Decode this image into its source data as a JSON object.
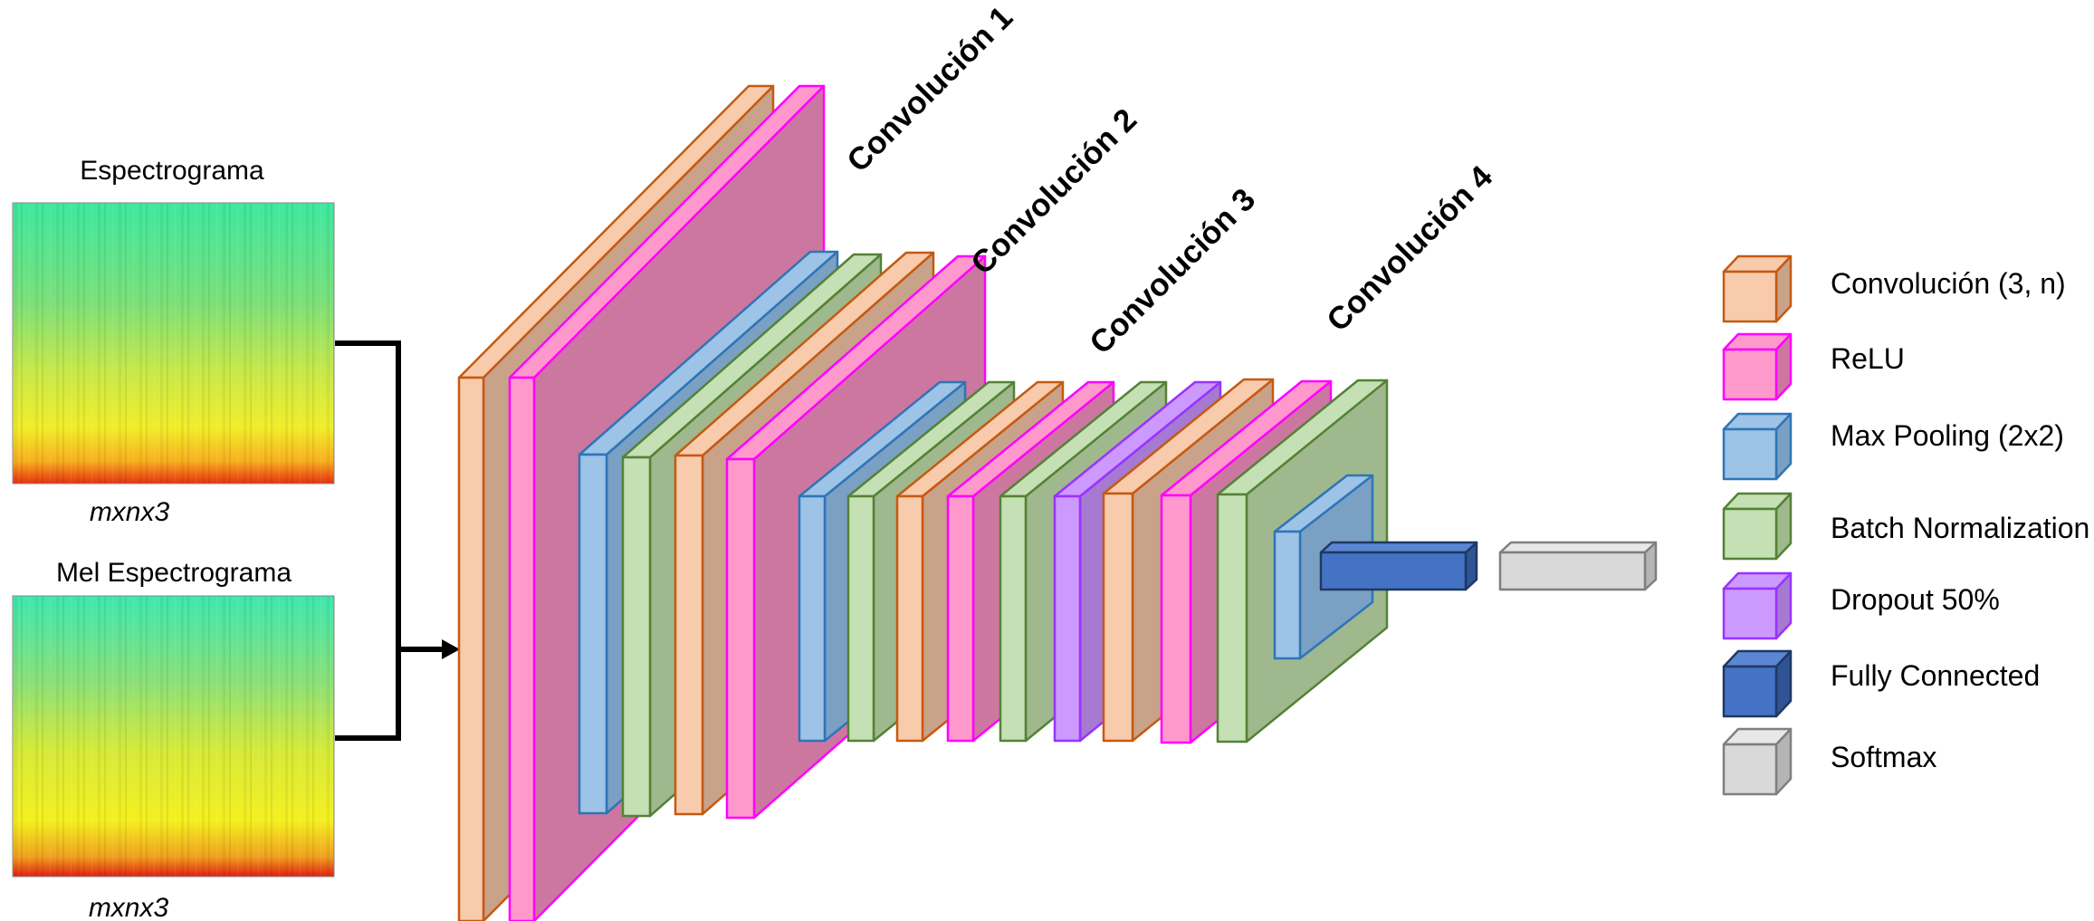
{
  "inputs": {
    "spectrogram": {
      "title": "Espectrograma",
      "dims": "mxnx3"
    },
    "mel_spectrogram": {
      "title": "Mel Espectrograma",
      "dims": "mxnx3"
    }
  },
  "conv_blocks": [
    {
      "label": "Convolución 1"
    },
    {
      "label": "Convolución 2"
    },
    {
      "label": "Convolución 3"
    },
    {
      "label": "Convolución 4"
    }
  ],
  "legend": [
    {
      "label": "Convolución (3, n)",
      "color": "#f8cbad",
      "edge": "#c55a11"
    },
    {
      "label": "ReLU",
      "color": "#ff99cc",
      "edge": "#ff00ff"
    },
    {
      "label": "Max Pooling (2x2)",
      "color": "#9dc3e6",
      "edge": "#2e75b6"
    },
    {
      "label": "Batch Normalization",
      "color": "#c5e0b4",
      "edge": "#548235"
    },
    {
      "label": "Dropout 50%",
      "color": "#cc99ff",
      "edge": "#9933ff"
    },
    {
      "label": "Fully Connected",
      "color": "#4472c4",
      "edge": "#1f3864"
    },
    {
      "label": "Softmax",
      "color": "#d9d9d9",
      "edge": "#7f7f7f"
    }
  ]
}
